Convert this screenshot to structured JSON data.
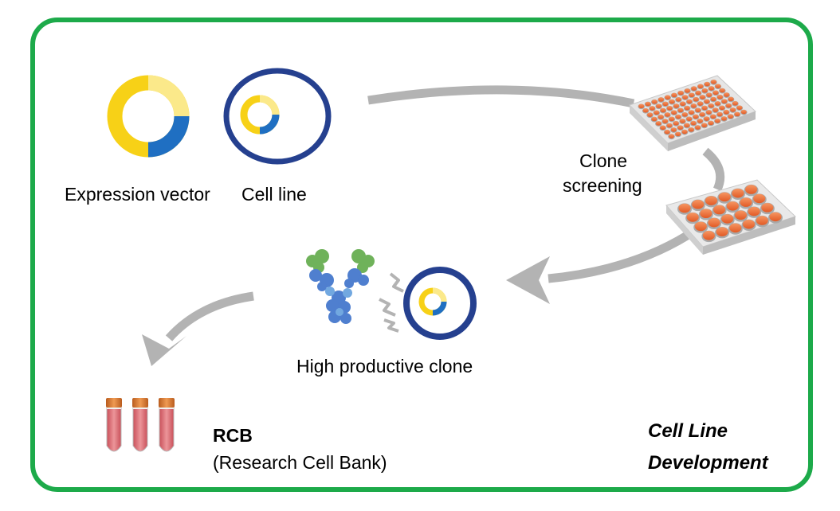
{
  "labels": {
    "expression_vector": "Expression vector",
    "cell_line": "Cell line",
    "clone_screening_line1": "Clone",
    "clone_screening_line2": "screening",
    "high_productive_clone": "High productive clone",
    "rcb": "RCB",
    "rcb_full": "(Research Cell Bank)",
    "title_line1": "Cell Line",
    "title_line2": "Development"
  },
  "icons": [
    "expression-vector-plasmid-icon",
    "cell-line-icon",
    "96-well-plate-icon",
    "24-well-plate-icon",
    "antibody-icon",
    "secretion-lines-icon",
    "clone-cell-icon",
    "sample-tubes-icon"
  ],
  "colors": {
    "frame": "#1daa4a",
    "arrow": "#b3b3b3",
    "cell_outline": "#25408f",
    "plasmid_yellow": "#f7d117",
    "plasmid_blue": "#1f6fc2",
    "well_orange": "#f0723a",
    "tube_cap": "#d4752a",
    "tube_fill": "#d9666b"
  }
}
